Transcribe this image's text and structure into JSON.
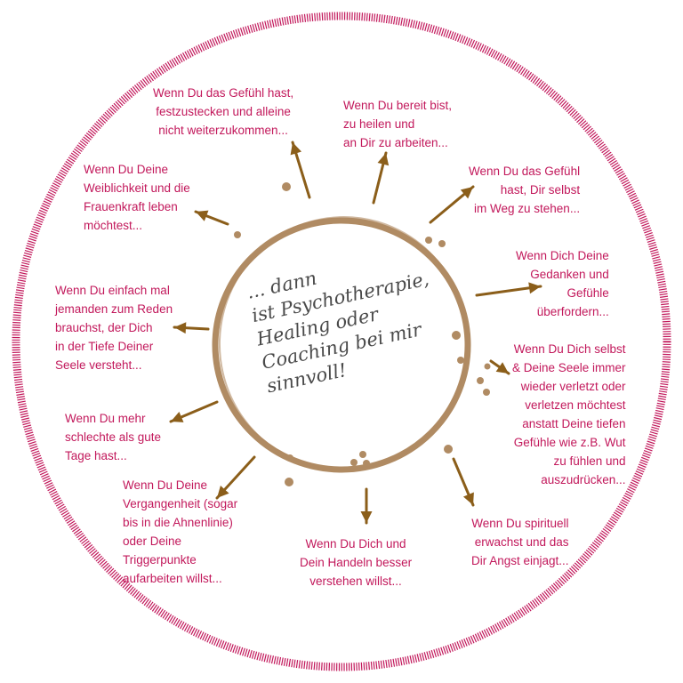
{
  "colors": {
    "text": "#c2185b",
    "ring_outer": "#c2185b",
    "arrow": "#8b5e1a",
    "circle": "#b08b63",
    "handwriting": "#4a4a4a"
  },
  "center_text": "... dann\nist Psychotherapie,\nHealing oder\nCoaching bei mir\nsinnvoll!",
  "labels": [
    {
      "id": "top-center",
      "text": "Wenn Du das Gefühl hast,\nfestzustecken und alleine\nnicht weiterzukommen..."
    },
    {
      "id": "top-right",
      "text": "Wenn Du bereit bist,\nzu heilen und\nan Dir zu arbeiten..."
    },
    {
      "id": "upper-right",
      "text": "Wenn Du das Gefühl\nhast, Dir selbst\nim Weg zu stehen..."
    },
    {
      "id": "right",
      "text": "Wenn Dich Deine\nGedanken und\nGefühle\nüberfordern..."
    },
    {
      "id": "lower-right",
      "text": "Wenn Du Dich selbst\n& Deine Seele immer\nwieder verletzt oder\nverletzen möchtest\nanstatt Deine tiefen\nGefühle wie z.B. Wut\nzu fühlen und\nauszudrücken..."
    },
    {
      "id": "bottom-right",
      "text": "Wenn Du spirituell\nerwachst und das\nDir Angst einjagt..."
    },
    {
      "id": "bottom-center",
      "text": "Wenn Du Dich und\nDein Handeln besser\nverstehen willst..."
    },
    {
      "id": "bottom-left",
      "text": "Wenn Du Deine\nVergangenheit (sogar\nbis in die Ahnenlinie)\noder Deine\nTriggerpunkte\naufarbeiten willst..."
    },
    {
      "id": "lower-left",
      "text": "Wenn Du mehr\nschlechte als gute\nTage hast..."
    },
    {
      "id": "left",
      "text": "Wenn Du einfach mal\njemanden zum Reden\nbrauchst, der Dich\nin der Tiefe Deiner\nSeele versteht..."
    },
    {
      "id": "upper-left",
      "text": "Wenn Du Deine\nWeiblichkeit und die\nFrauenkraft leben\nmöchtest..."
    }
  ]
}
